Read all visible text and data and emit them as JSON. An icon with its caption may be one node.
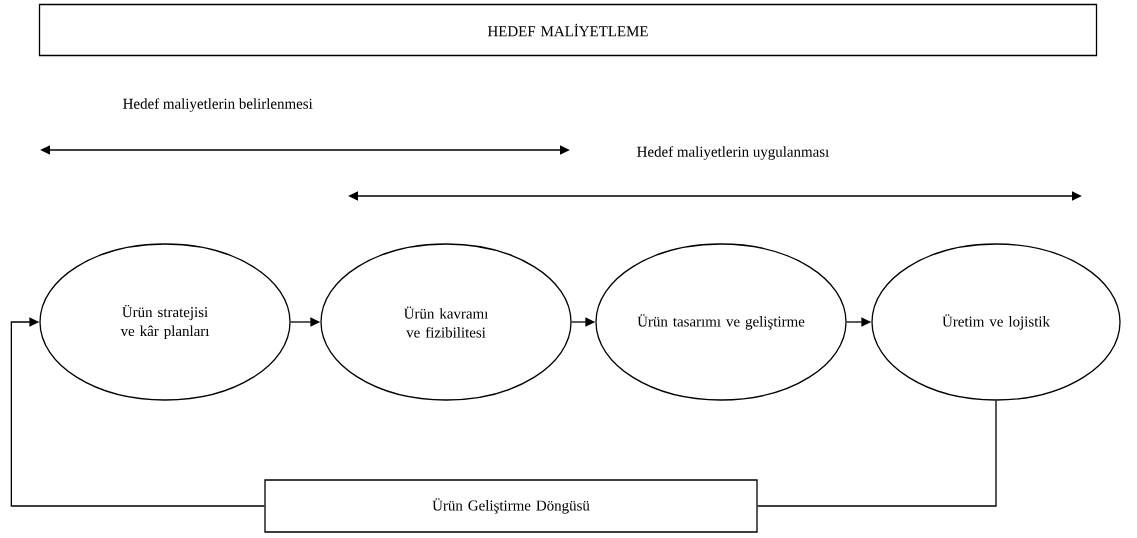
{
  "diagram": {
    "nodes": [
      {
        "text": [
          "HEDEF MALİYETLEME"
        ]
      },
      {
        "text": [
          "Ürün stratejisi ve kâr planları"
        ]
      },
      {
        "text": [
          "Ürün kavramı ve fizibilitesi"
        ]
      },
      {
        "text": [
          "Ürün tasarımı ve geliştirme"
        ]
      },
      {
        "text": [
          "Üretim ve lojistik"
        ]
      },
      {
        "text": [
          "Ürün Geliştirme Döngüsü"
        ]
      }
    ],
    "edges": [
      {
        "from": 1,
        "to": 2,
        "arrow": "to"
      },
      {
        "from": 2,
        "to": 3,
        "arrow": "to"
      },
      {
        "from": 3,
        "to": 4,
        "arrow": "to"
      },
      {
        "from": 4,
        "to": 5,
        "arrow": "none"
      },
      {
        "from": 5,
        "to": 1,
        "arrow": "to"
      }
    ],
    "labels": [
      "Hedef maliyetlerin belirlenmesi",
      "Hedef maliyetlerin uygulanması"
    ]
  }
}
